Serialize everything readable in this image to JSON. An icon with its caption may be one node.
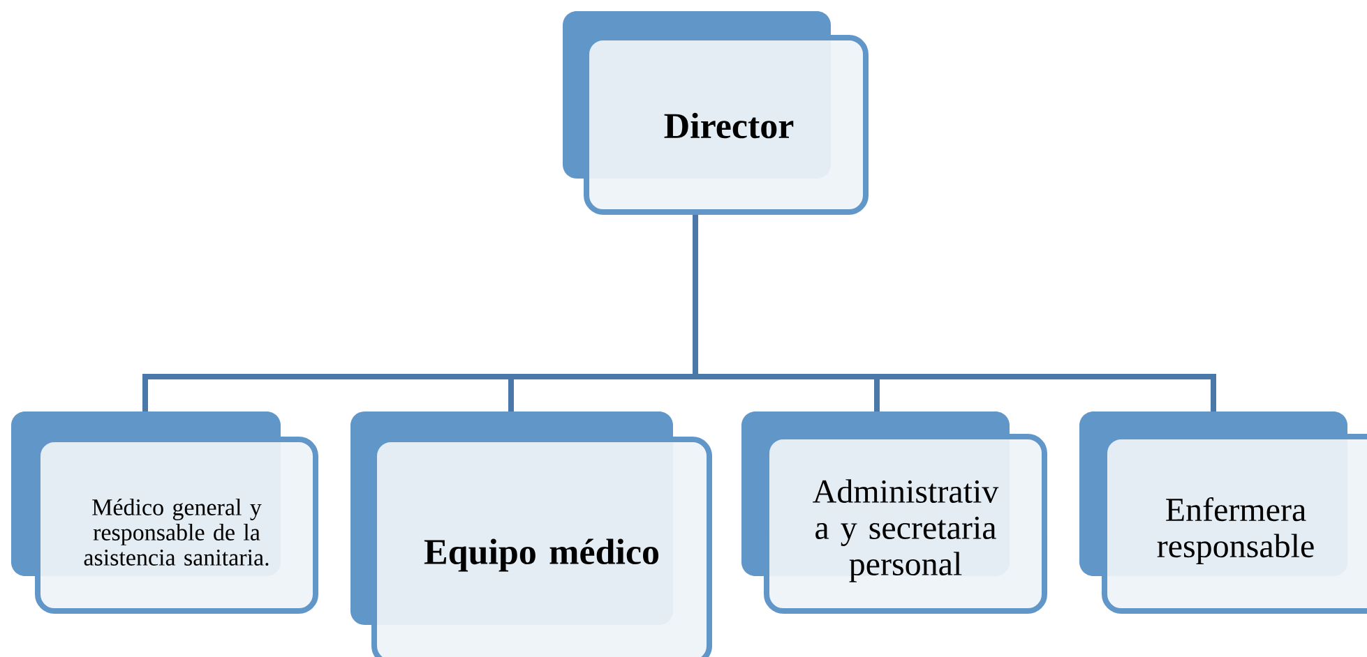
{
  "diagram": {
    "nodes": [
      {
        "text": [
          "Director"
        ]
      },
      {
        "text": [
          "Médico general y responsable de la asistencia sanitaria."
        ]
      },
      {
        "text": [
          "Equipo médico"
        ]
      },
      {
        "text": [
          "Administrativ a y secretaria personal"
        ]
      },
      {
        "text": [
          "Enfermera responsable"
        ]
      }
    ],
    "edges": [
      {
        "from": 0,
        "to": 1,
        "arrow": "none"
      },
      {
        "from": 0,
        "to": 2,
        "arrow": "none"
      },
      {
        "from": 0,
        "to": 3,
        "arrow": "none"
      },
      {
        "from": 0,
        "to": 4,
        "arrow": "none"
      }
    ]
  }
}
